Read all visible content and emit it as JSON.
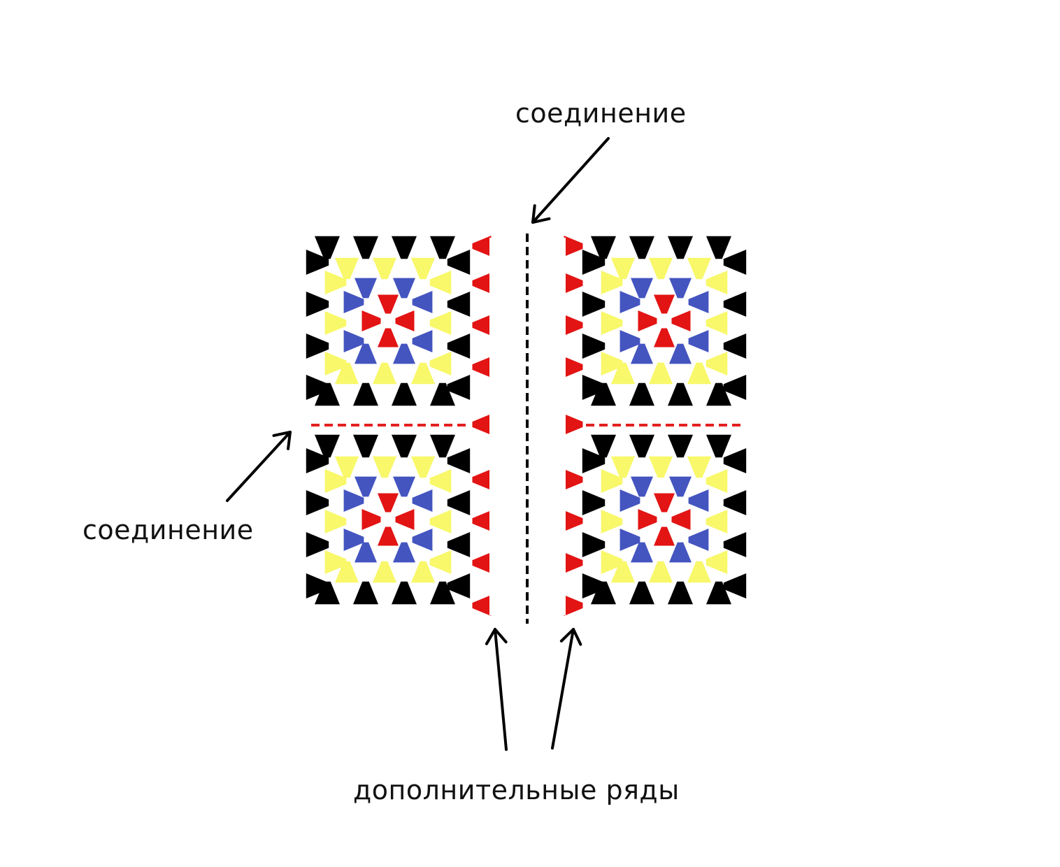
{
  "labels": {
    "join_top": "соединение",
    "join_left": "соединение",
    "extra_rows": "дополнительные ряды"
  },
  "colors": {
    "black": "#000000",
    "yellow": "#f8f86a",
    "blue": "#4455c0",
    "red": "#e31414",
    "seam_red": "#e32020",
    "seam_black": "#000000",
    "text": "#111111"
  },
  "motif": {
    "squares": 4,
    "grid": "2x2",
    "rings": [
      "red",
      "blue",
      "yellow",
      "black"
    ],
    "extra_row_color": "red"
  },
  "icons": [
    "arrow-icon"
  ]
}
